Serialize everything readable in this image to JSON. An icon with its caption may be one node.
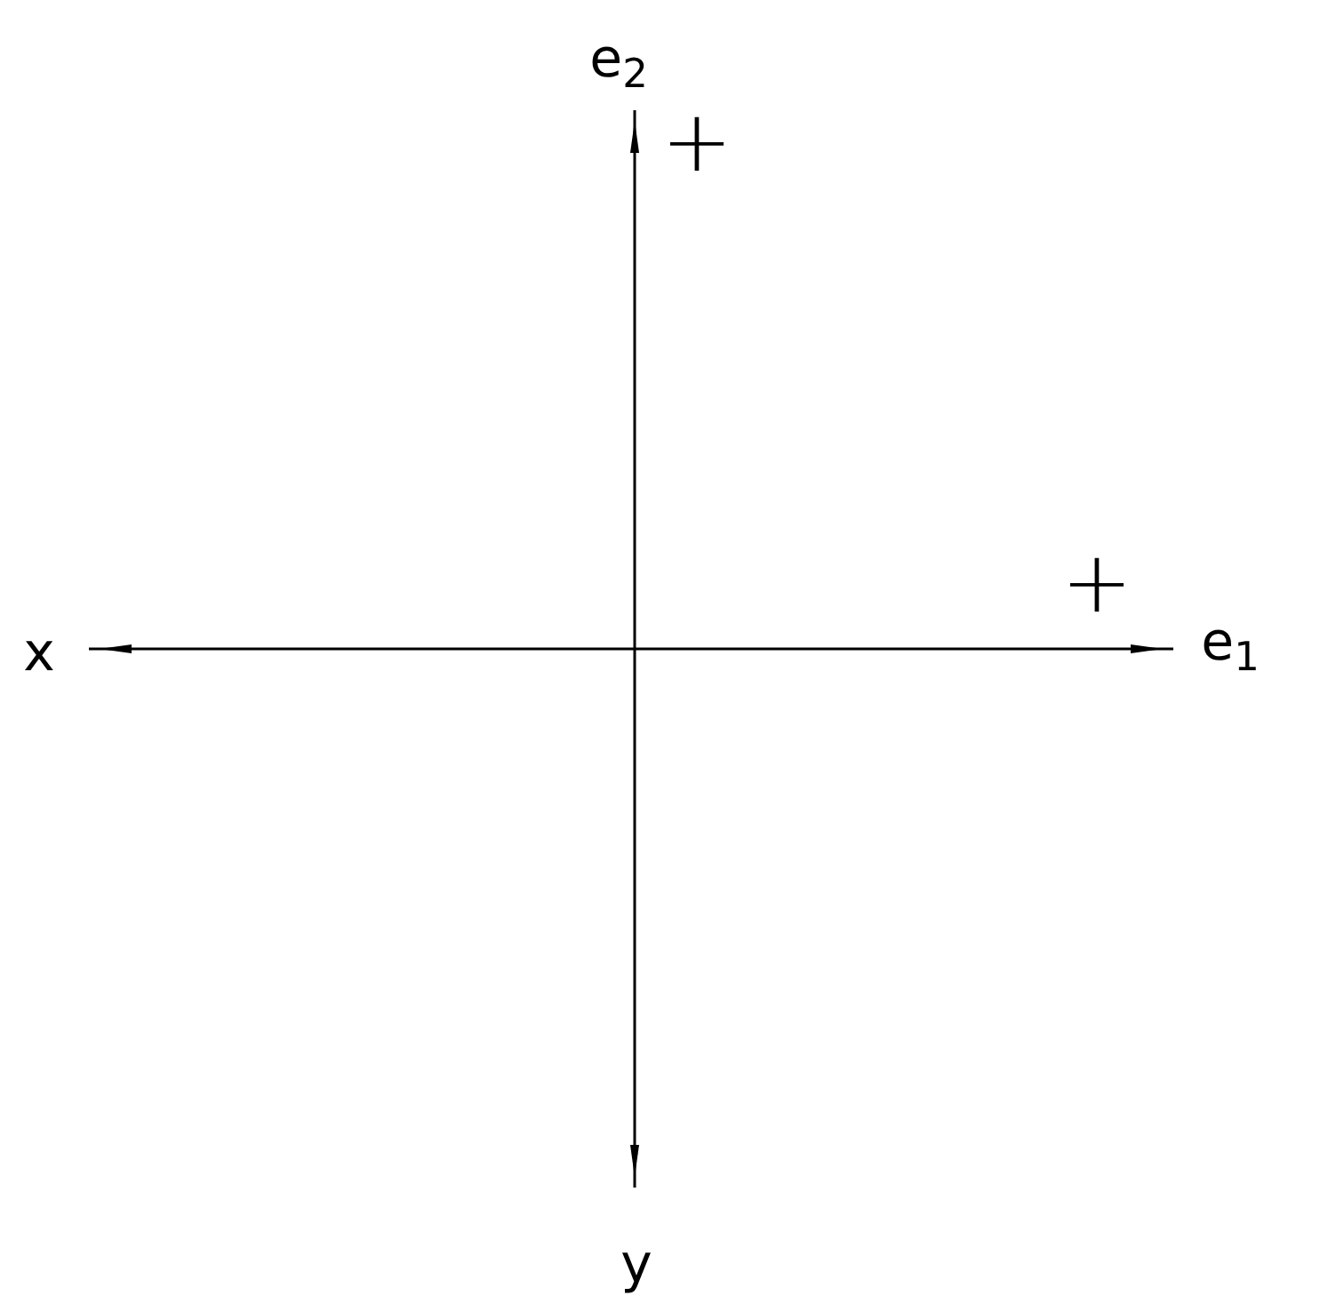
{
  "diagram": {
    "labels": [
      "e$_{2}$",
      "+",
      "+",
      "x",
      "e$_{1}$",
      "y"
    ]
  }
}
